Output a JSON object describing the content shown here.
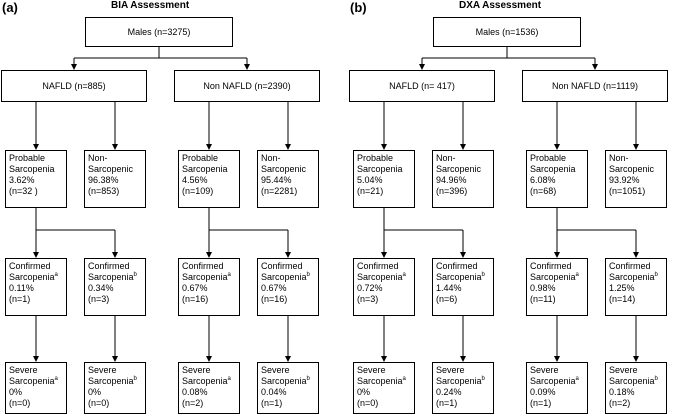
{
  "panels": [
    {
      "label": "(a)",
      "title": "BIA Assessment",
      "root": "Males (n=3275)",
      "groups": [
        {
          "name": "NAFLD (n=885)",
          "probable": "Probable\nSarcopenia\n3.62%\n(n=32 )",
          "non": "Non-\nSarcopenic\n96.38%\n(n=853)",
          "confirmed_a": {
            "title": "Confirmed\nSarcopenia",
            "sup": "a",
            "rest": "\n0.11%\n(n=1)"
          },
          "confirmed_b": {
            "title": "Confirmed\nSarcopenia",
            "sup": "b",
            "rest": "\n0.34%\n(n=3)"
          },
          "severe_a": {
            "title": "Severe\nSarcopenia",
            "sup": "a",
            "rest": "\n0%\n(n=0)"
          },
          "severe_b": {
            "title": "Severe\nSarcopenia",
            "sup": "b",
            "rest": "\n0%\n(n=0)"
          }
        },
        {
          "name": "Non NAFLD (n=2390)",
          "probable": "Probable\nSarcopenia\n4.56%\n(n=109)",
          "non": "Non-\nSarcopenic\n95.44%\n(n=2281)",
          "confirmed_a": {
            "title": "Confirmed\nSarcopenia",
            "sup": "a",
            "rest": "\n0.67%\n(n=16)"
          },
          "confirmed_b": {
            "title": "Confirmed\nSarcopenia",
            "sup": "b",
            "rest": "\n0.67%\n(n=16)"
          },
          "severe_a": {
            "title": "Severe\nSarcopenia",
            "sup": "a",
            "rest": "\n0.08%\n(n=2)"
          },
          "severe_b": {
            "title": "Severe\nSarcopenia",
            "sup": "b",
            "rest": "\n0.04%\n(n=1)"
          }
        }
      ]
    },
    {
      "label": "(b)",
      "title": "DXA Assessment",
      "root": "Males (n=1536)",
      "groups": [
        {
          "name": "NAFLD (n= 417)",
          "probable": "Probable\nSarcopenia\n5.04%\n(n=21)",
          "non": "Non-\nSarcopenic\n94.96%\n(n=396)",
          "confirmed_a": {
            "title": "Confirmed\nSarcopenia",
            "sup": "a",
            "rest": "\n0.72%\n(n=3)"
          },
          "confirmed_b": {
            "title": "Confirmed\nSarcopenia",
            "sup": "b",
            "rest": "\n1.44%\n(n=6)"
          },
          "severe_a": {
            "title": "Severe\nSarcopenia",
            "sup": "a",
            "rest": "\n0%\n(n=0)"
          },
          "severe_b": {
            "title": "Severe\nSarcopenia",
            "sup": "b",
            "rest": "\n0.24%\n(n=1)"
          }
        },
        {
          "name": "Non NAFLD (n=1119)",
          "probable": "Probable\nSarcopenia\n6.08%\n(n=68)",
          "non": "Non-\nSarcopenic\n93.92%\n(n=1051)",
          "confirmed_a": {
            "title": "Confirmed\nSarcopenia",
            "sup": "a",
            "rest": "\n0.98%\n(n=11)"
          },
          "confirmed_b": {
            "title": "Confirmed\nSarcopenia",
            "sup": "b",
            "rest": "\n1.25%\n(n=14)"
          },
          "severe_a": {
            "title": "Severe\nSarcopenia",
            "sup": "a",
            "rest": "\n0.09%\n(n=1)"
          },
          "severe_b": {
            "title": "Severe\nSarcopenia",
            "sup": "b",
            "rest": "\n0.18%\n(n=2)"
          }
        }
      ]
    }
  ]
}
